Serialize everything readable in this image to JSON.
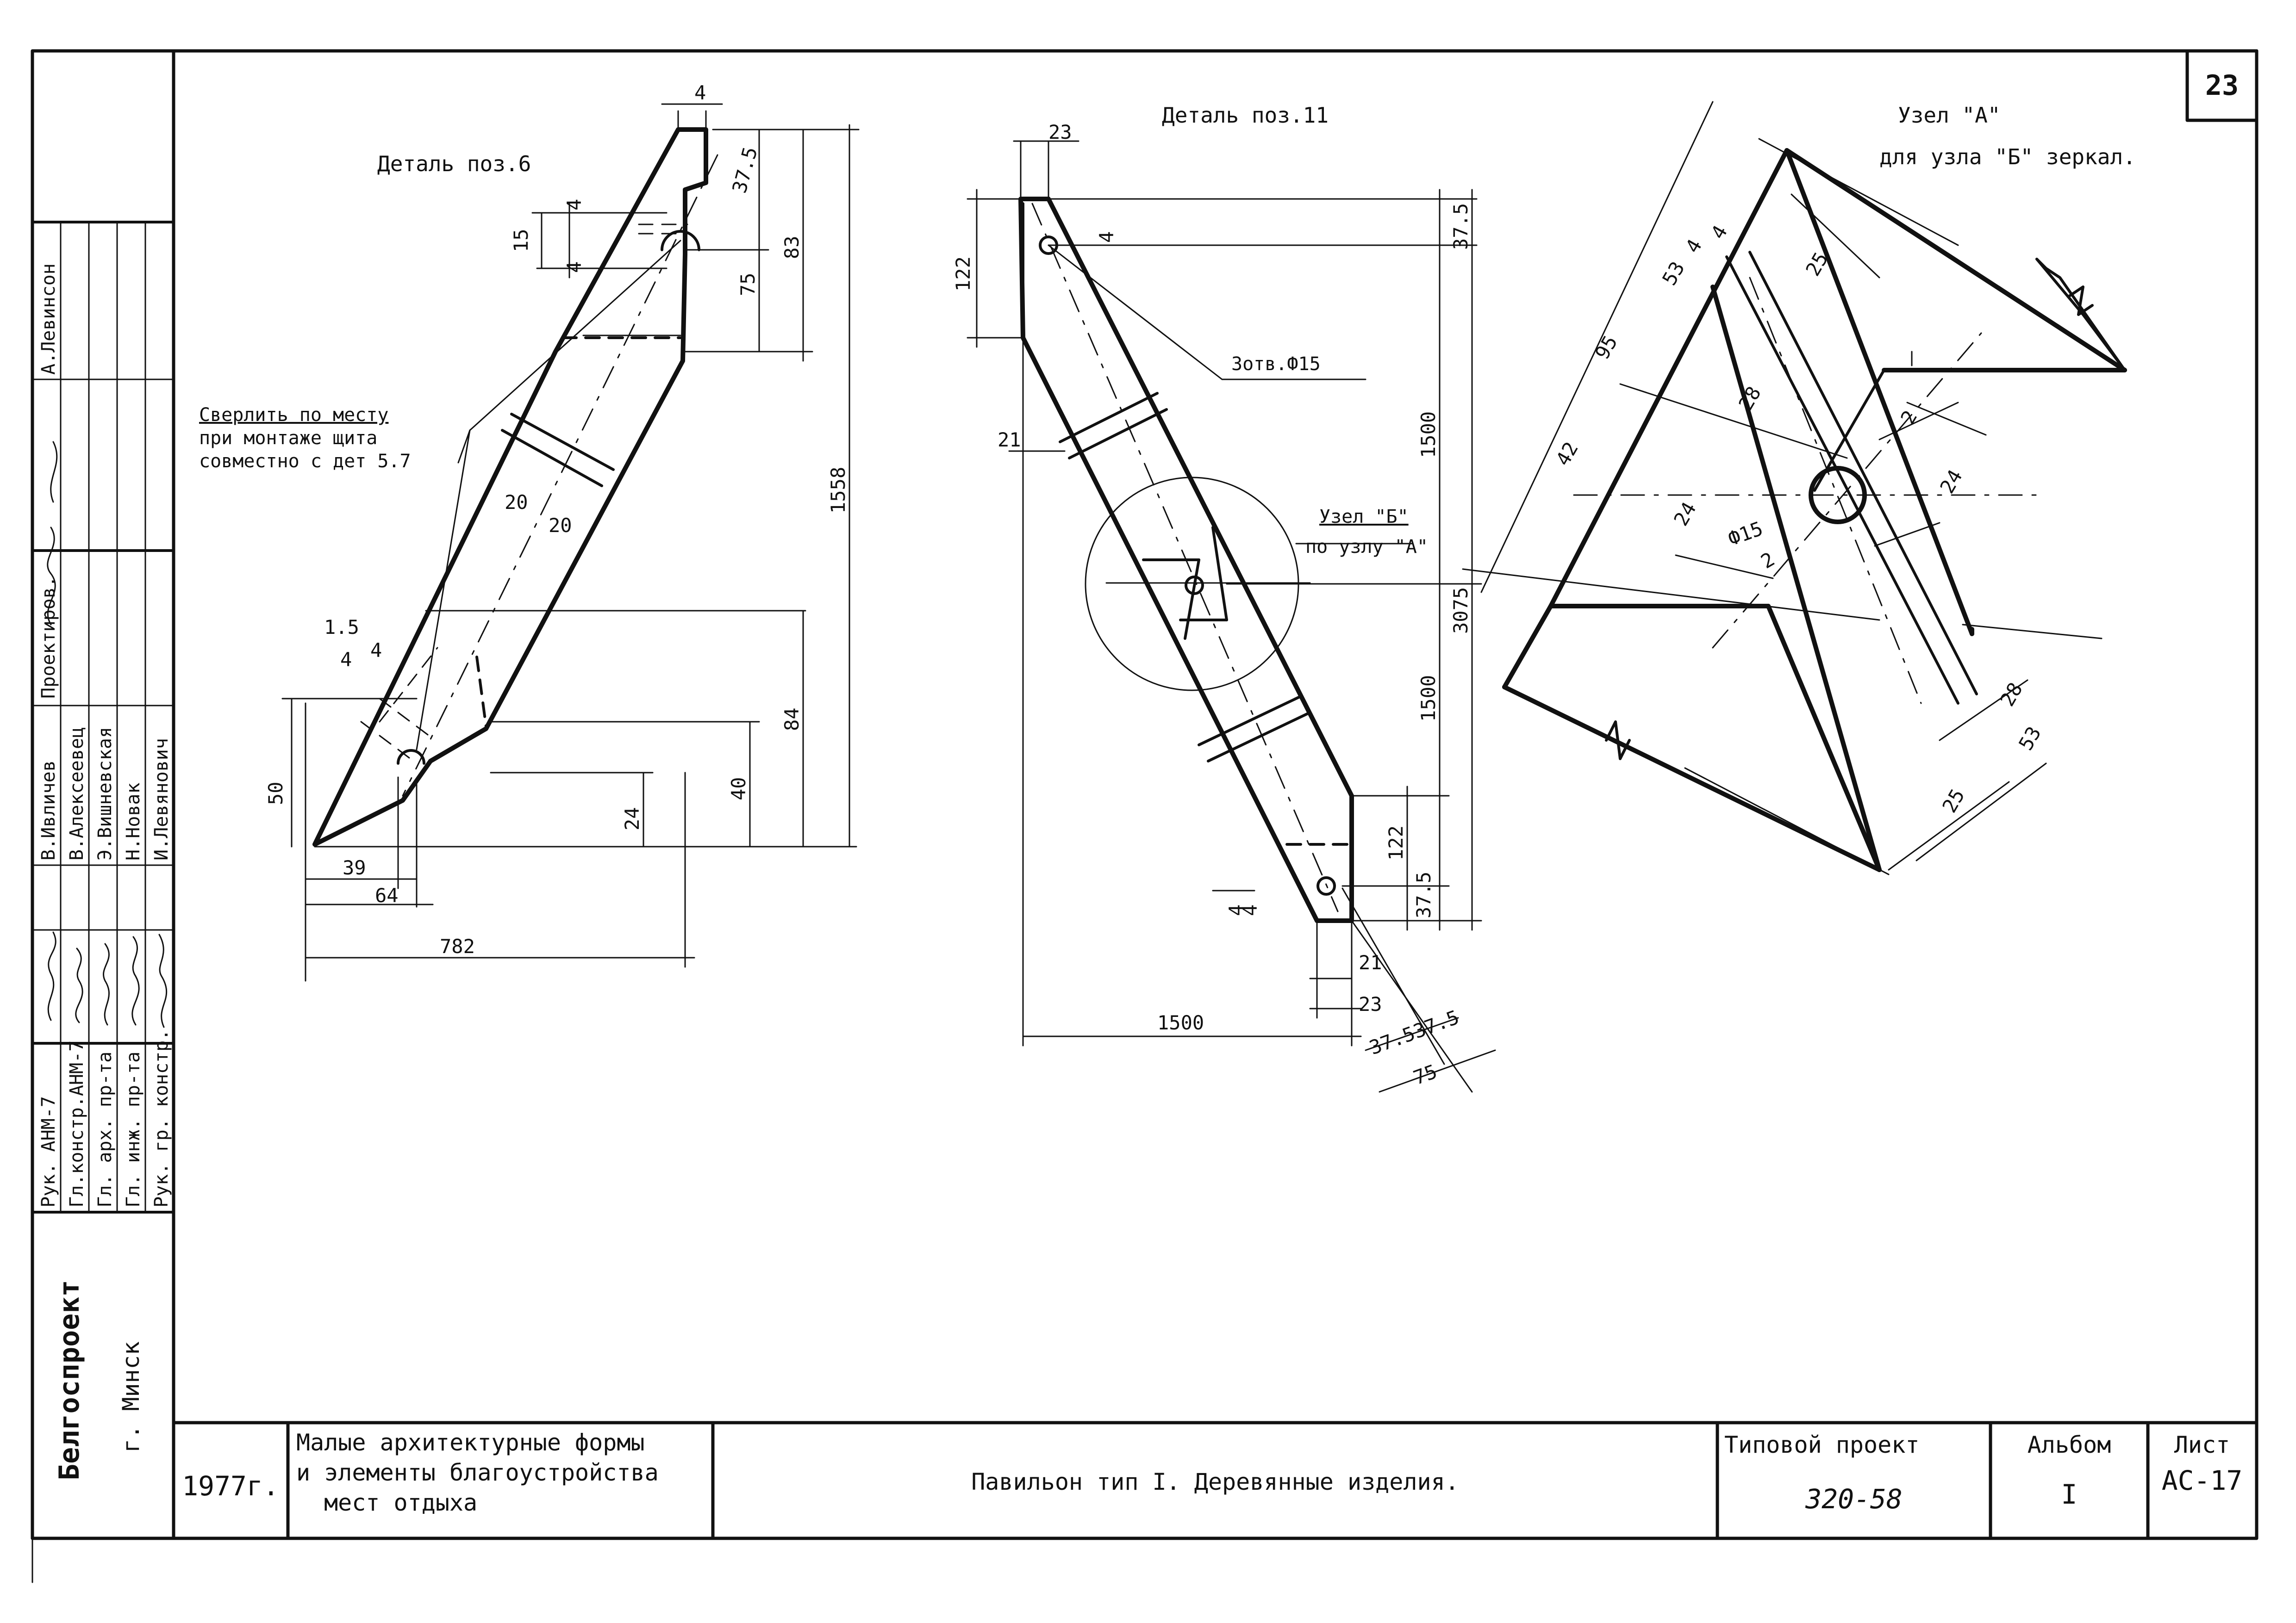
{
  "sheet_number": "23",
  "details": {
    "pos6": {
      "title": "Деталь поз.6",
      "note_line1": "Сверлить по месту",
      "note_line2": "при монтаже щита",
      "note_line3": "совместно с дет 5.7",
      "dims": [
        "4",
        "37.5",
        "83",
        "4",
        "15",
        "4",
        "75",
        "1558",
        "20",
        "20",
        "1.5",
        "4",
        "4",
        "84",
        "50",
        "40",
        "24",
        "39",
        "64",
        "782"
      ]
    },
    "pos11": {
      "title": "Деталь поз.11",
      "hole_note": "3отв.Ф15",
      "node_ref_line1": "Узел \"Б\"",
      "node_ref_line2": "по узлу \"А\"",
      "dims": [
        "23",
        "4",
        "122",
        "37.5",
        "21",
        "1500",
        "3075",
        "1500",
        "122",
        "4",
        "4",
        "37.5",
        "21",
        "23",
        "1500",
        "37.5",
        "37.5",
        "75"
      ]
    },
    "nodeA": {
      "title_line1": "Узел \"А\"",
      "title_line2": "для узла \"Б\" зеркал.",
      "dims": [
        "95",
        "53",
        "4",
        "4",
        "25",
        "42",
        "28",
        "2",
        "24",
        "24",
        "Ф15",
        "2",
        "28",
        "53",
        "25"
      ]
    }
  },
  "stamp": {
    "org": "Белгоспроект",
    "city": "г. Минск",
    "roles": [
      "Рук. АНМ-7",
      "Гл.констр.АНМ-7",
      "Гл. арх. пр-та",
      "Гл. инж. пр-та",
      "Рук. гр. констр."
    ],
    "names": [
      "В.Ивличев",
      "В.Алексеевец",
      "Э.Вишневская",
      "Н.Новак",
      "И.Левянович"
    ],
    "designer_label": "Проектиров.",
    "designer_name": "А.Левинсон"
  },
  "titleblock": {
    "year": "1977г.",
    "album_title_line1": "Малые архитектурные формы",
    "album_title_line2": "и элементы благоустройства",
    "album_title_line3": "мест отдыха",
    "sheet_title": "Павильон тип I.   Деревянные изделия.",
    "project_label": "Типовой проект",
    "project_number": "320-58",
    "album_label": "Альбом",
    "album_number": "I",
    "list_label": "Лист",
    "list_number": "АС-17"
  }
}
